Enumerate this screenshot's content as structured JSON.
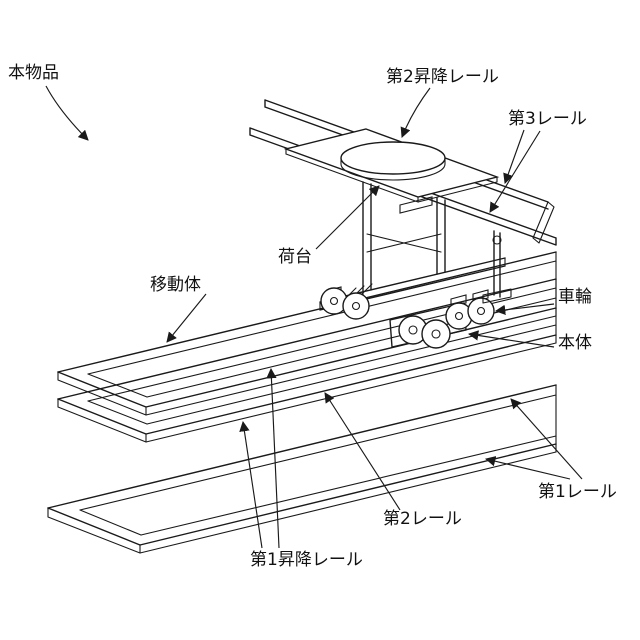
{
  "figure": {
    "background": "#ffffff",
    "ink_color": "#1a1a1a"
  },
  "labels": {
    "product": {
      "text": "本物品"
    },
    "second_lift_rail": {
      "text": "第2昇降レール"
    },
    "third_rail": {
      "text": "第3レール"
    },
    "load_platform": {
      "text": "荷台"
    },
    "moving_body": {
      "text": "移動体"
    },
    "wheel": {
      "text": "車輪"
    },
    "main_body": {
      "text": "本体"
    },
    "first_rail": {
      "text": "第1レール"
    },
    "second_rail": {
      "text": "第2レール"
    },
    "first_lift_rail": {
      "text": "第1昇降レール"
    }
  }
}
